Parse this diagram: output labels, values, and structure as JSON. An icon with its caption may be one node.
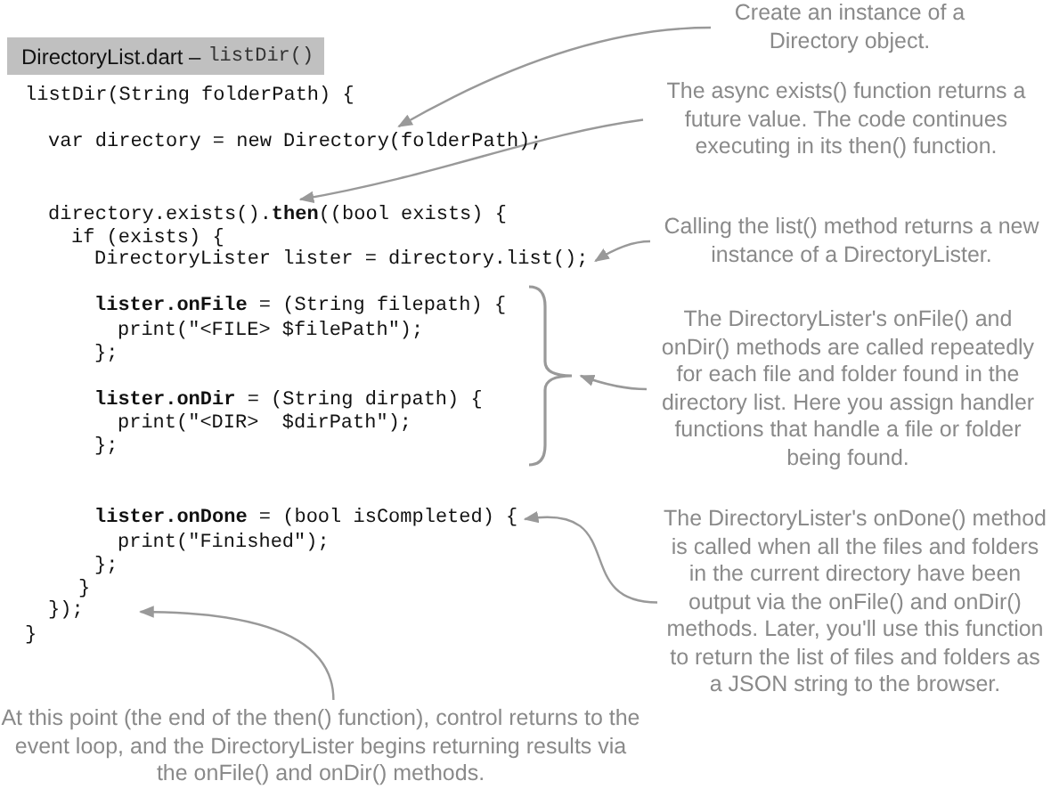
{
  "diagram": {
    "nodes": [
      {
        "text": [
          "DirectoryList.dart –",
          "listDir()"
        ]
      },
      {
        "text": [
          "var directory = new Directory(folderPath);"
        ]
      },
      {
        "text": [
          "directory.exists().**then**((bool exists) {"
        ]
      },
      {
        "text": [
          "DirectoryLister lister = directory.list();"
        ]
      },
      {
        "text": [],
        "shape": "brace"
      },
      {
        "text": [
          "**lister.onDone** = (bool isCompleted) {"
        ]
      },
      {
        "text": [
          "});"
        ]
      },
      {
        "text": [
          "Create an instance of a Directory object."
        ]
      },
      {
        "text": [
          "The async exists() function returns a future value. The code continues executing in its then() function."
        ]
      },
      {
        "text": [
          "Calling the list() method returns a new instance of a DirectoryLister."
        ]
      },
      {
        "text": [
          "The DirectoryLister's onFile() and onDir() methods are called repeatedly for each file and folder found in the directory list. Here you assign handler functions that  handle a file or folder being found."
        ]
      },
      {
        "text": [
          "The DirectoryLister's onDone() method is called when all the files and folders in the current directory have been output via the onFile() and onDir() methods. Later, you'll use this function to return the list of files and folders as a JSON string to the browser."
        ]
      },
      {
        "text": [
          "At this point (the end of the then() function), control returns to the event loop, and the DirectoryLister begins returning results via the onFile() and onDir() methods."
        ]
      }
    ],
    "edges": [
      {
        "from": 7,
        "to": 1,
        "arrow": "to"
      },
      {
        "from": 8,
        "to": 2,
        "arrow": "to"
      },
      {
        "from": 9,
        "to": 3,
        "arrow": "to"
      },
      {
        "from": 10,
        "to": 4,
        "arrow": "to"
      },
      {
        "from": 11,
        "to": 5,
        "arrow": "to"
      },
      {
        "from": 12,
        "to": 6,
        "arrow": "to"
      }
    ],
    "labels": [
      "listDir(String folderPath) {",
      "if (exists) {",
      "**lister.onFile** = (String filepath) {",
      "print(\"<FILE> $filePath\");",
      "};",
      "**lister.onDir** = (String dirpath) {",
      "print(\"<DIR>  $dirPath\");",
      "};",
      "print(\"Finished\");",
      "};",
      "}",
      "}"
    ]
  }
}
